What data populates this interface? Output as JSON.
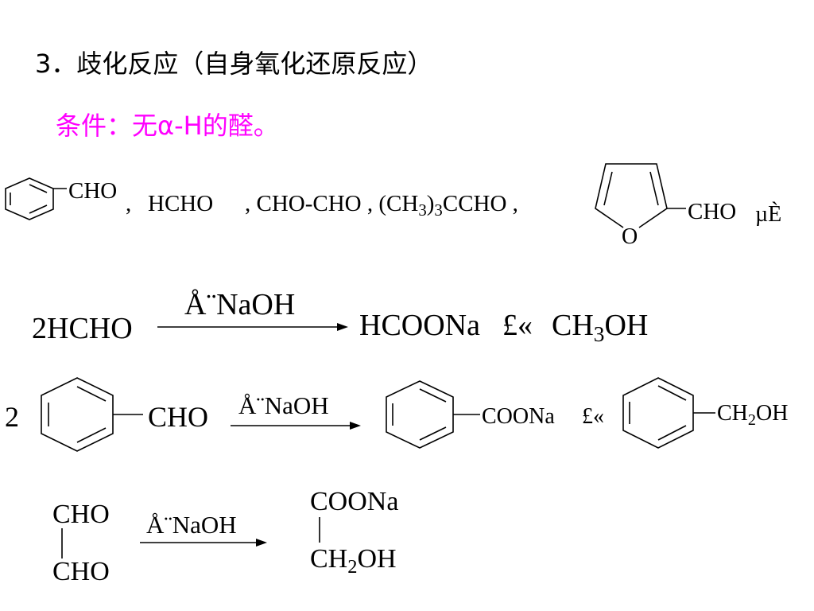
{
  "slide": {
    "heading": "3．歧化反应（自身氧化还原反应）",
    "condition": "条件：无α-H的醛。",
    "colors": {
      "text": "#000000",
      "condition": "#ff00ff",
      "background": "#ffffff"
    }
  },
  "examples": {
    "benzaldehyde_label": "CHO",
    "sep1": ",",
    "formaldehyde": "HCHO",
    "sep2": ", CHO-CHO , (CH",
    "sub_a": "3",
    "mid": ")",
    "sub_b": "3",
    "pivaldehyde_tail": "CCHO ,",
    "furan_label": "CHO",
    "furan_o": "O",
    "ending": "µÈ"
  },
  "reaction1": {
    "reactant": "2HCHO",
    "reagent": "Å¨NaOH",
    "product_a": "HCOONa",
    "plus": "£«",
    "product_b_pre": "CH",
    "product_b_sub": "3",
    "product_b_post": "OH"
  },
  "reaction2": {
    "coefficient": "2",
    "reactant_group": "CHO",
    "reagent": "Å¨NaOH",
    "product_a_group": "COONa",
    "plus": "£«",
    "product_b_pre": "CH",
    "product_b_sub": "2",
    "product_b_post": "OH"
  },
  "reaction3": {
    "reactant_top": "CHO",
    "reactant_bottom": "CHO",
    "reagent": "Å¨NaOH",
    "product_top": "COONa",
    "product_bottom_pre": "CH",
    "product_bottom_sub": "2",
    "product_bottom_post": "OH"
  }
}
